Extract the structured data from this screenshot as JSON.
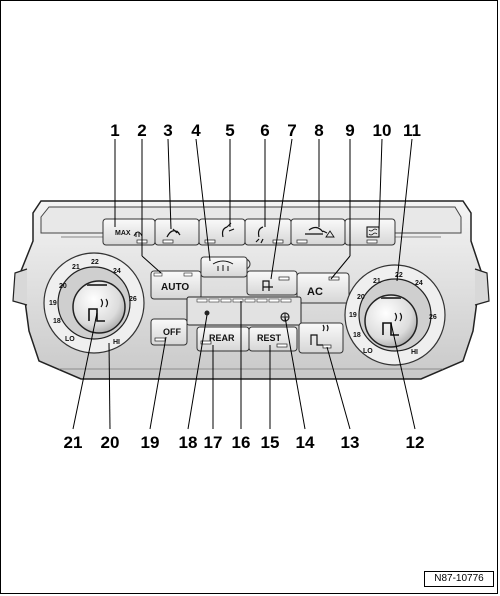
{
  "callouts_top": [
    "1",
    "2",
    "3",
    "4",
    "5",
    "6",
    "7",
    "8",
    "9",
    "10",
    "11"
  ],
  "callouts_bottom": [
    "21",
    "20",
    "19",
    "18",
    "17",
    "16",
    "15",
    "14",
    "13",
    "12"
  ],
  "buttons": {
    "max_defrost": "MAX",
    "auto": "AUTO",
    "ac": "AC",
    "off": "OFF",
    "rear": "REAR",
    "rest": "REST"
  },
  "dial_left": [
    "20",
    "21",
    "22",
    "24",
    "26",
    "19",
    "18",
    "LO",
    "HI"
  ],
  "dial_right": [
    "20",
    "21",
    "22",
    "24",
    "26",
    "19",
    "18",
    "LO",
    "HI"
  ],
  "reference": "N87-10776"
}
